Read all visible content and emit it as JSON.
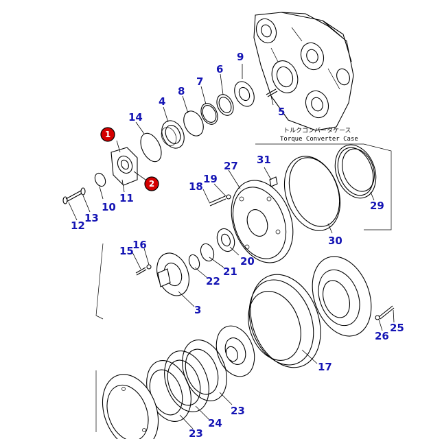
{
  "caption": {
    "jp": "トルクコンバータケース",
    "en": "Torque Converter Case"
  },
  "labels": {
    "p1": "1",
    "p2": "2",
    "p3": "3",
    "p4": "4",
    "p5": "5",
    "p6": "6",
    "p7": "7",
    "p8": "8",
    "p9": "9",
    "p10": "10",
    "p11": "11",
    "p12": "12",
    "p13": "13",
    "p14": "14",
    "p15": "15",
    "p16": "16",
    "p17": "17",
    "p18": "18",
    "p19": "19",
    "p20": "20",
    "p21": "21",
    "p22": "22",
    "p23a": "23",
    "p23b": "23",
    "p24": "24",
    "p25": "25",
    "p26": "26",
    "p27": "27",
    "p29": "29",
    "p30": "30",
    "p31": "31"
  },
  "colors": {
    "label": "#1414b4",
    "badge": "#d40000"
  }
}
